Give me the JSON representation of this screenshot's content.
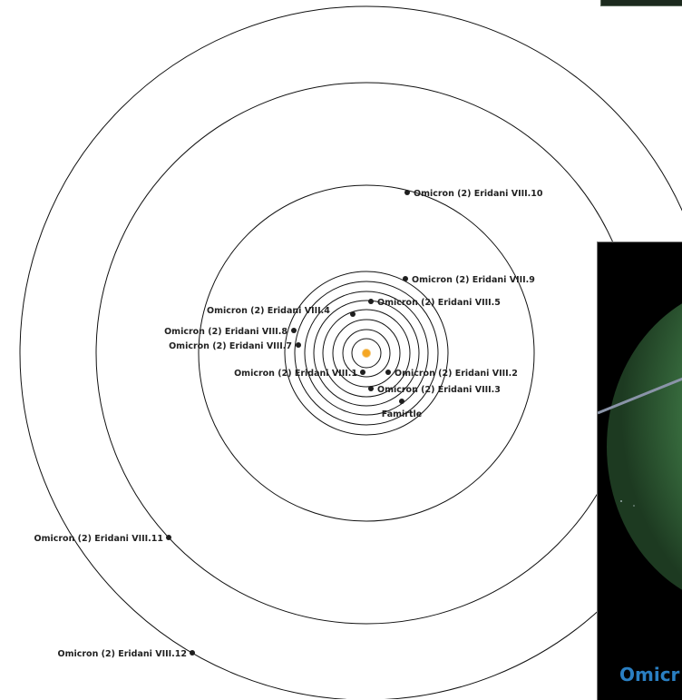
{
  "system": {
    "star_color": "#f5a623",
    "star_outline": "#f3c77a",
    "orbit_color": "#111111",
    "planets": [
      {
        "name": "Omicron (2) Eridani VIII.1",
        "label": "Omicron (2) Eridani VIII.1"
      },
      {
        "name": "Omicron (2) Eridani VIII.2",
        "label": "Omicron (2) Eridani VIII.2"
      },
      {
        "name": "Omicron (2) Eridani VIII.3",
        "label": "Omicron (2) Eridani VIII.3"
      },
      {
        "name": "Famirtle",
        "label": "Famirtle"
      },
      {
        "name": "Omicron (2) Eridani VIII.4",
        "label": "Omicron (2) Eridani VIII.4"
      },
      {
        "name": "Omicron (2) Eridani VIII.5",
        "label": "Omicron (2) Eridani VIII.5"
      },
      {
        "name": "Omicron (2) Eridani VIII.7",
        "label": "Omicron (2) Eridani VIII.7"
      },
      {
        "name": "Omicron (2) Eridani VIII.8",
        "label": "Omicron (2) Eridani VIII.8"
      },
      {
        "name": "Omicron (2) Eridani VIII.9",
        "label": "Omicron (2) Eridani VIII.9"
      },
      {
        "name": "Omicron (2) Eridani VIII.10",
        "label": "Omicron (2) Eridani VIII.10"
      },
      {
        "name": "Omicron (2) Eridani VIII.11",
        "label": "Omicron (2) Eridani VIII.11"
      },
      {
        "name": "Omicron (2) Eridani VIII.12",
        "label": "Omicron (2) Eridani VIII.12"
      }
    ]
  },
  "panel": {
    "caption": "Omicr",
    "caption_color": "#2a7fc2",
    "planet_color": "#4f8a55"
  }
}
